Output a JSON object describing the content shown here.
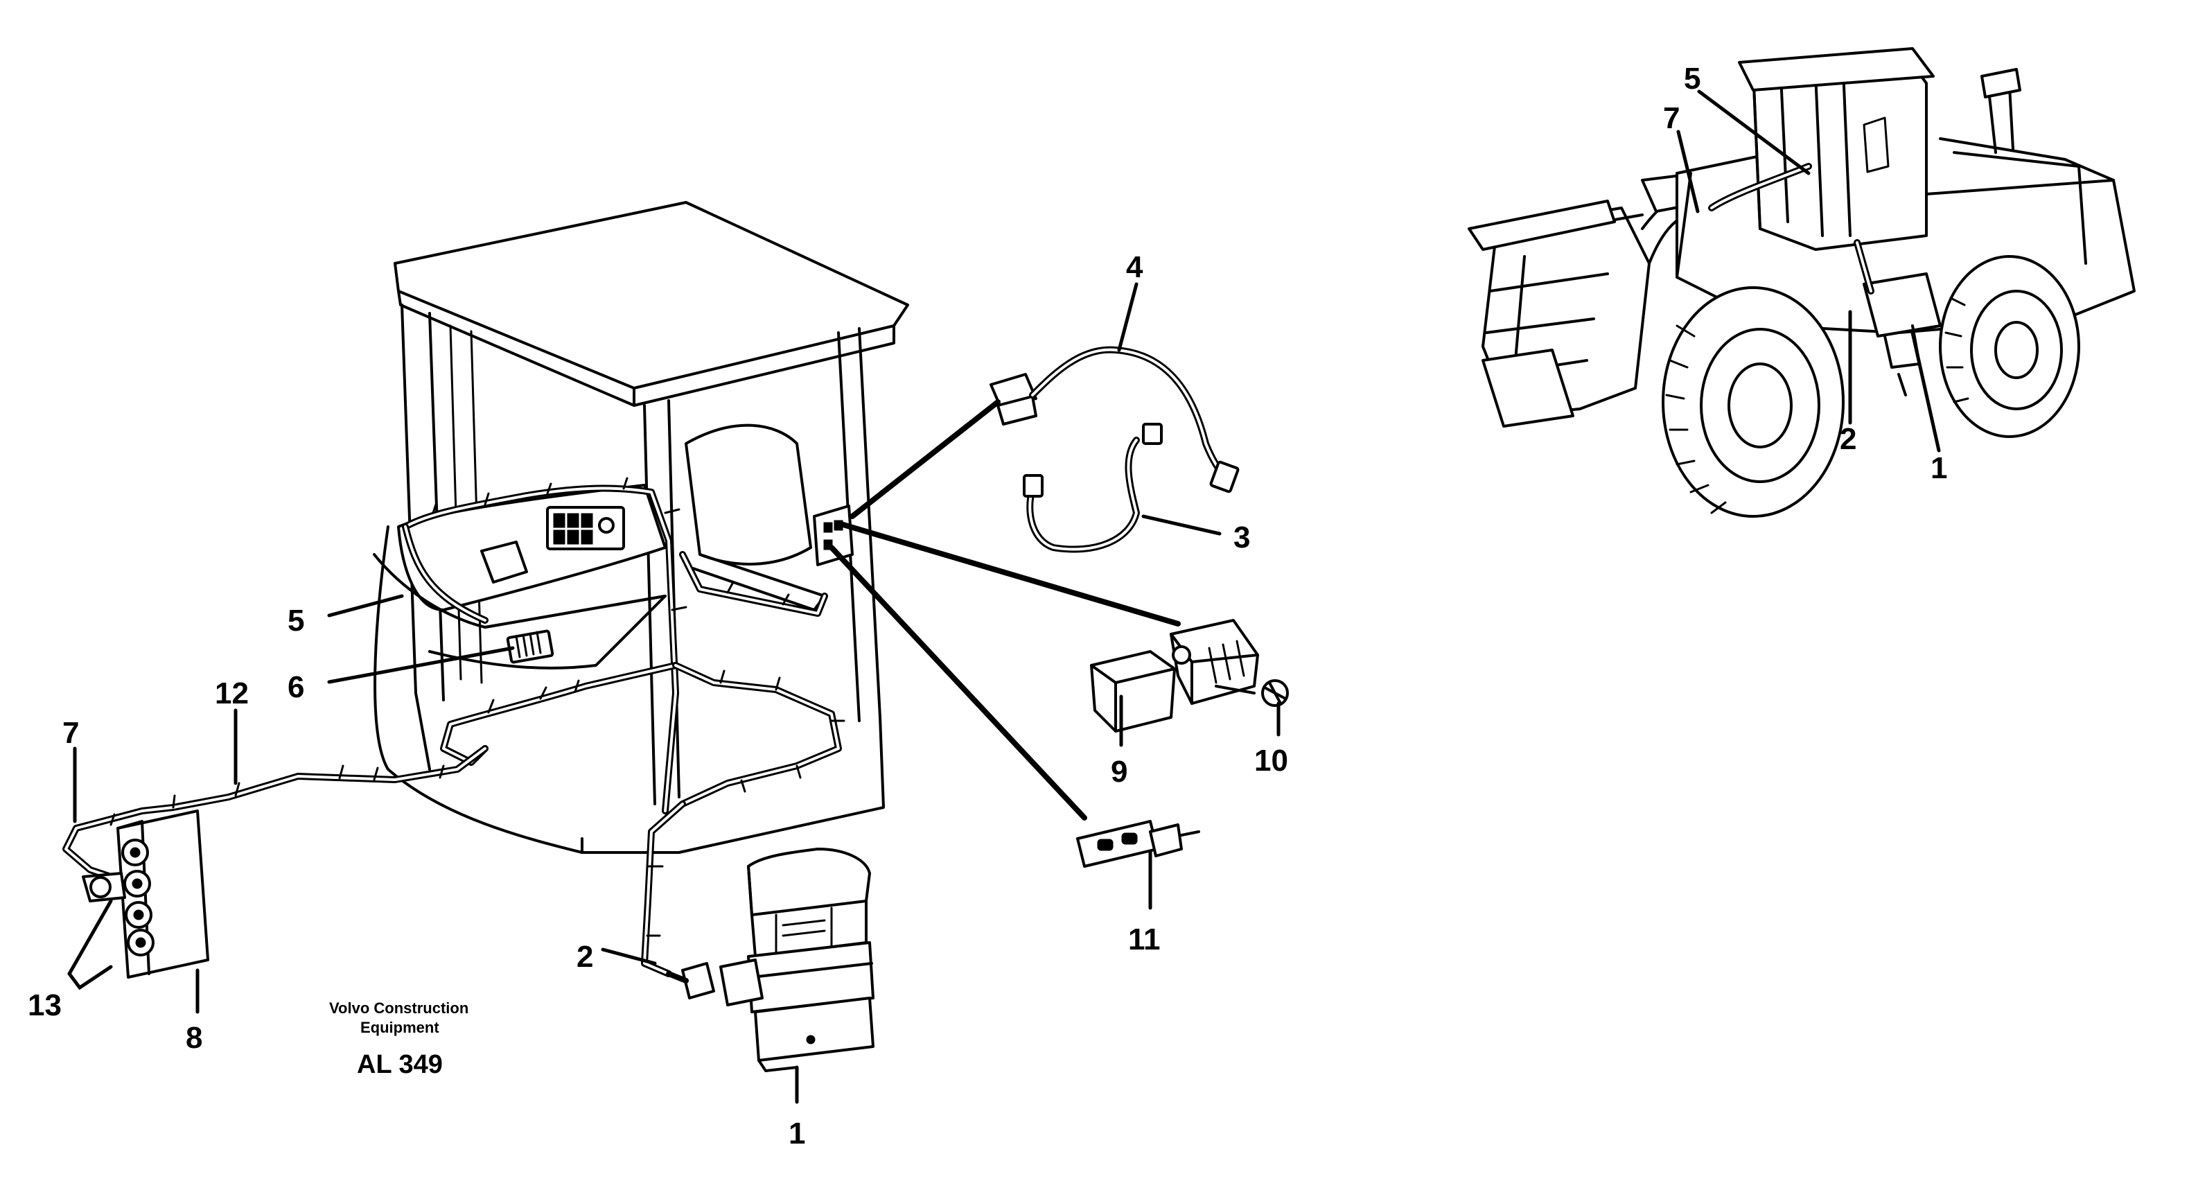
{
  "caption": {
    "company_line1": "Volvo Construction",
    "company_line2": "Equipment",
    "drawing_code": "AL 349"
  },
  "callouts_main": {
    "c1": "1",
    "c2": "2",
    "c3": "3",
    "c4": "4",
    "c5": "5",
    "c6": "6",
    "c7": "7",
    "c8": "8",
    "c9": "9",
    "c10": "10",
    "c11": "11",
    "c12": "12",
    "c13": "13"
  },
  "callouts_overview": {
    "c1": "1",
    "c2": "2",
    "c5": "5",
    "c7": "7"
  }
}
